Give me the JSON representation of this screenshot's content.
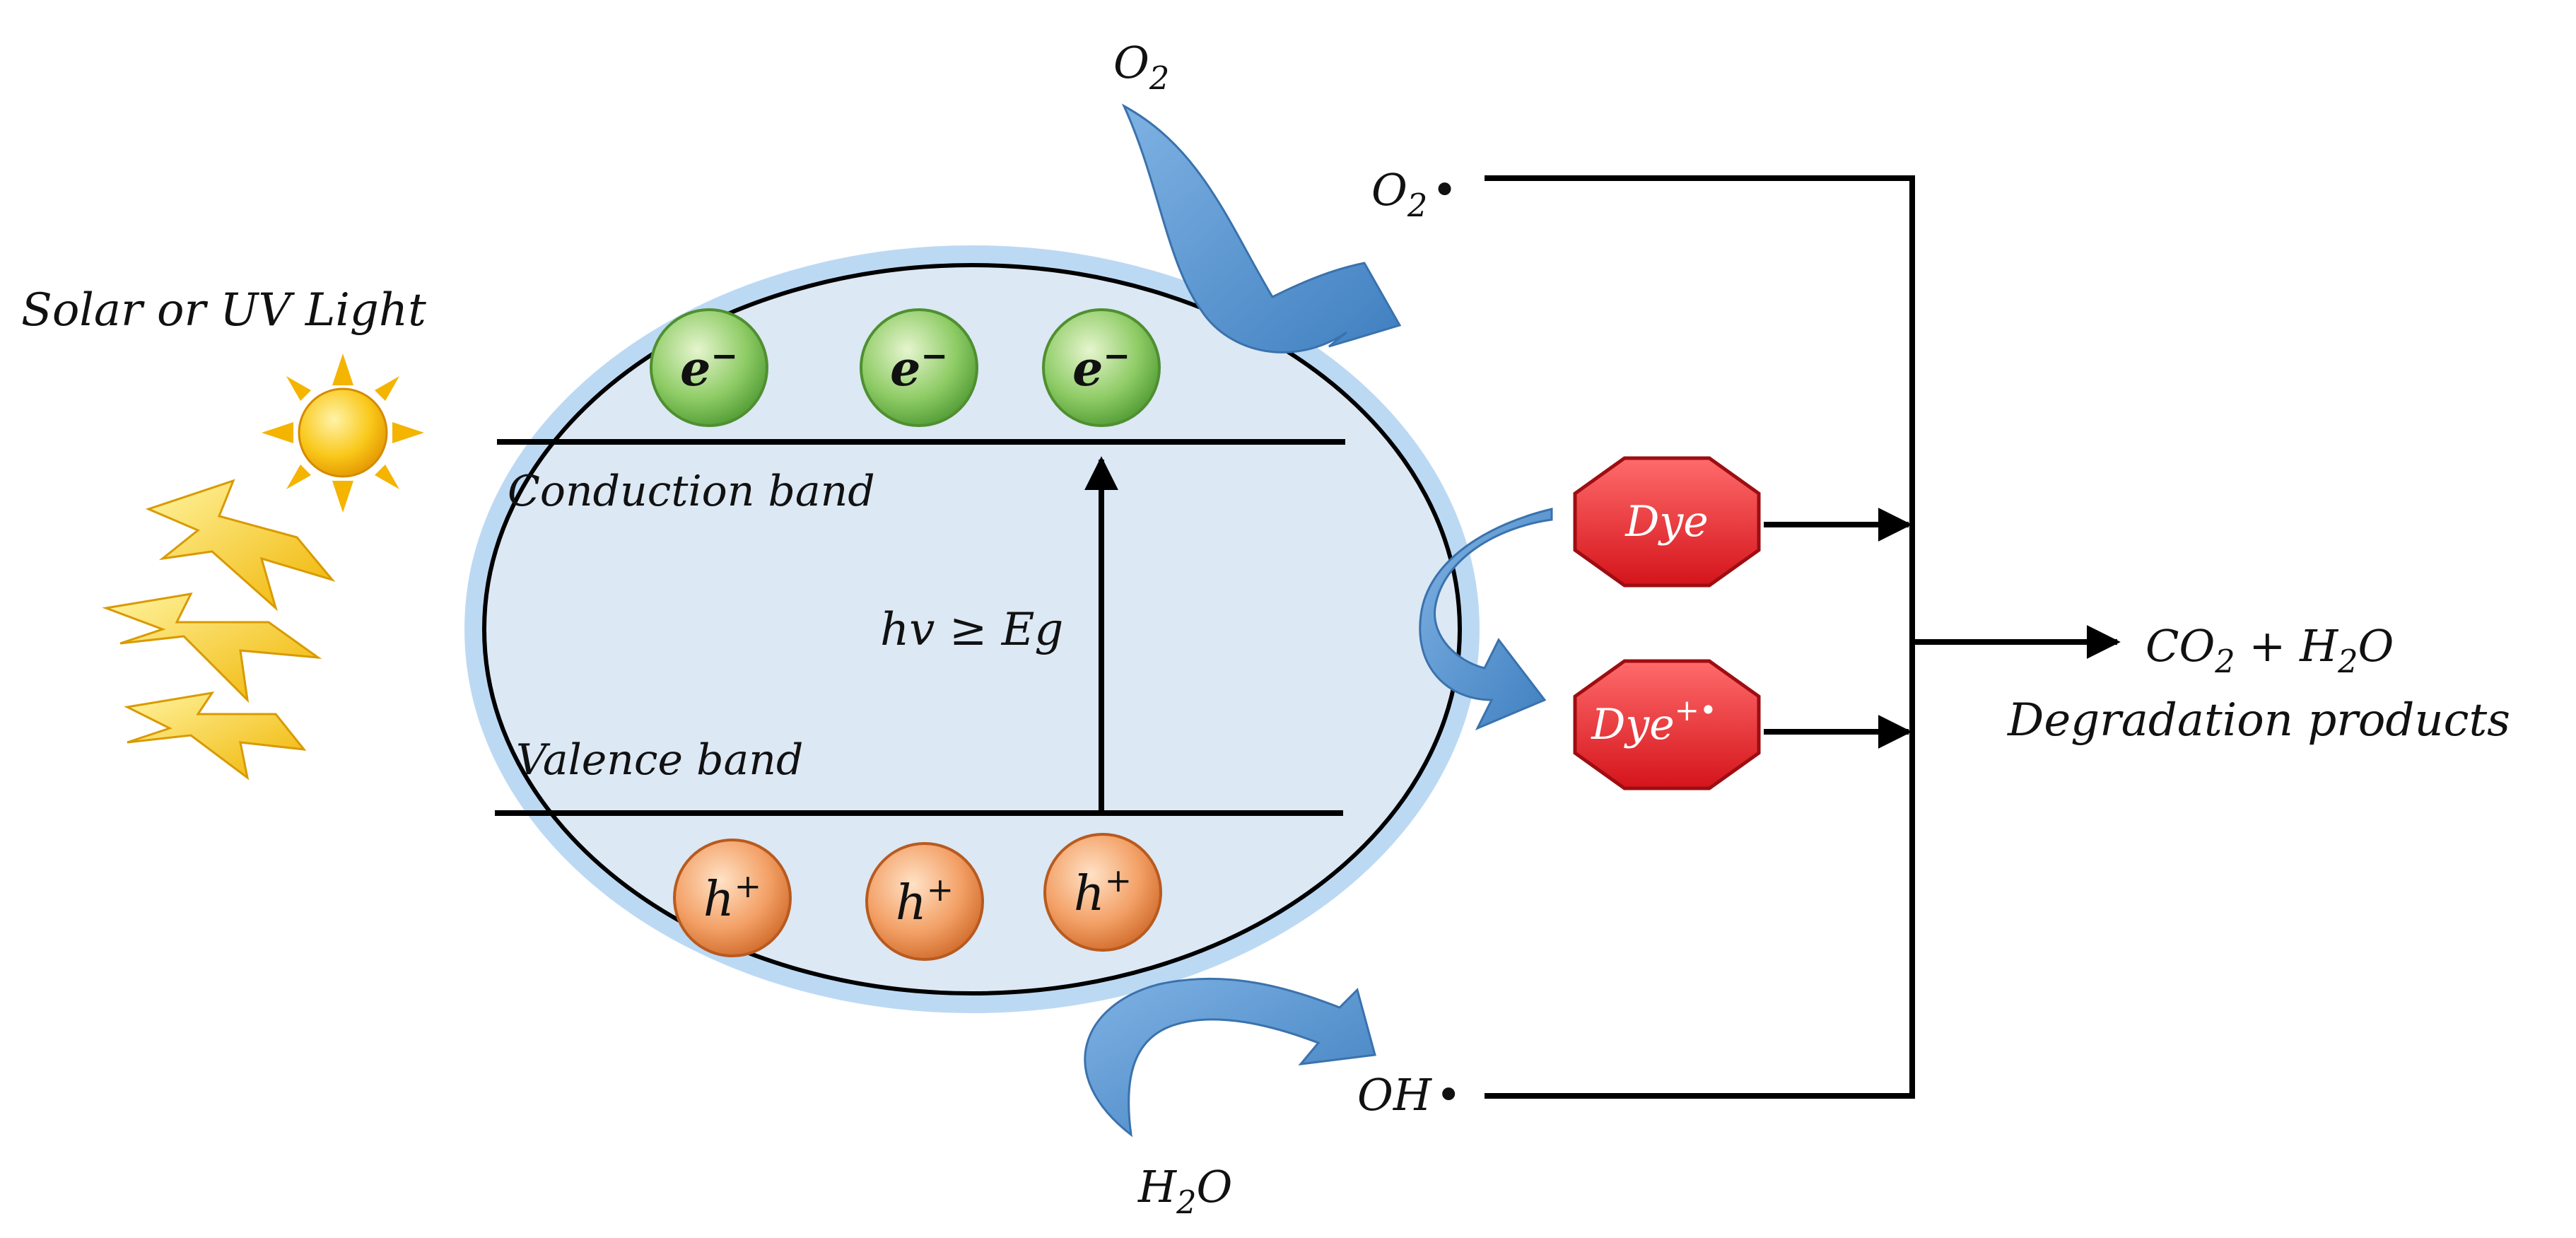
{
  "light": {
    "label": "Solar or UV Light"
  },
  "particle": {
    "conduction_band_label": "Conduction band",
    "valence_band_label": "Valence band",
    "excitation_label": "hv ≥ Eg",
    "electron_label": "e",
    "electron_charge": "−",
    "hole_label": "h",
    "hole_charge": "+"
  },
  "species": {
    "o2_base": "O",
    "o2_sub": "2",
    "o2_radical_base": "O",
    "o2_radical_sub": "2",
    "o2_radical_dot": "•",
    "h2o_base": "H",
    "h2o_sub": "2",
    "h2o_tail": "O",
    "oh_radical": "OH",
    "oh_radical_dot": "•",
    "dye": "Dye",
    "dye_cation_base": "Dye",
    "dye_cation_sup": "+•"
  },
  "products": {
    "co2_base": "CO",
    "co2_sub": "2",
    "plus": " + ",
    "h2o_base": "H",
    "h2o_sub": "2",
    "h2o_tail": "O",
    "caption": "Degradation products"
  },
  "colors": {
    "particle_fill": "#dce8f4",
    "particle_glow": "#6fa8dc",
    "electron": "#7fbf5a",
    "hole": "#ef9a5c",
    "dye": "#e8242b",
    "arrow_blue": "#4a86c5",
    "sun": "#f7c21b"
  }
}
